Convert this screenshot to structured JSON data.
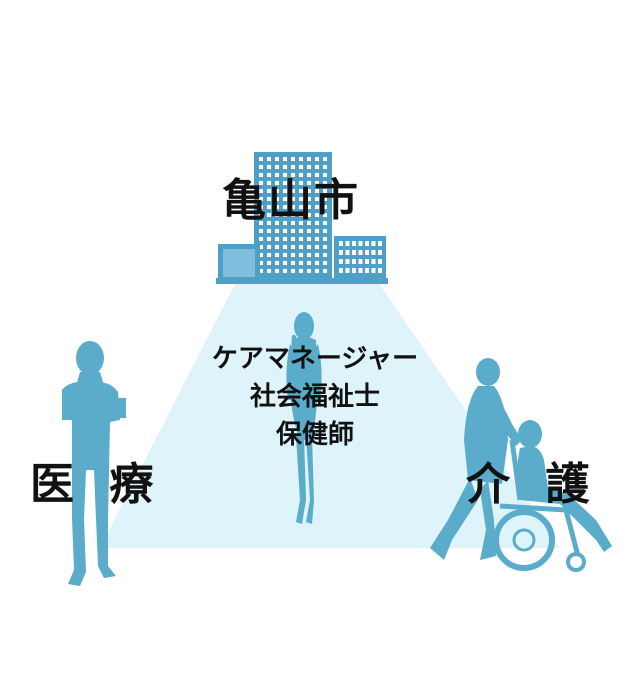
{
  "center": {
    "title": "亀山市",
    "roles": [
      "ケアマネージャー",
      "社会福祉士",
      "保健師"
    ]
  },
  "left": {
    "label": "医 療"
  },
  "right": {
    "label": "介 護"
  },
  "colors": {
    "figure": "#5aacca",
    "building": "#4da0c8",
    "building_window": "#ffffff",
    "light_beam": "#dff3fb",
    "text": "#111111"
  },
  "icons": [
    "city-hall-building-icon",
    "doctor-figure-icon",
    "woman-figure-icon",
    "caregiver-figure-icon",
    "wheelchair-user-icon"
  ]
}
